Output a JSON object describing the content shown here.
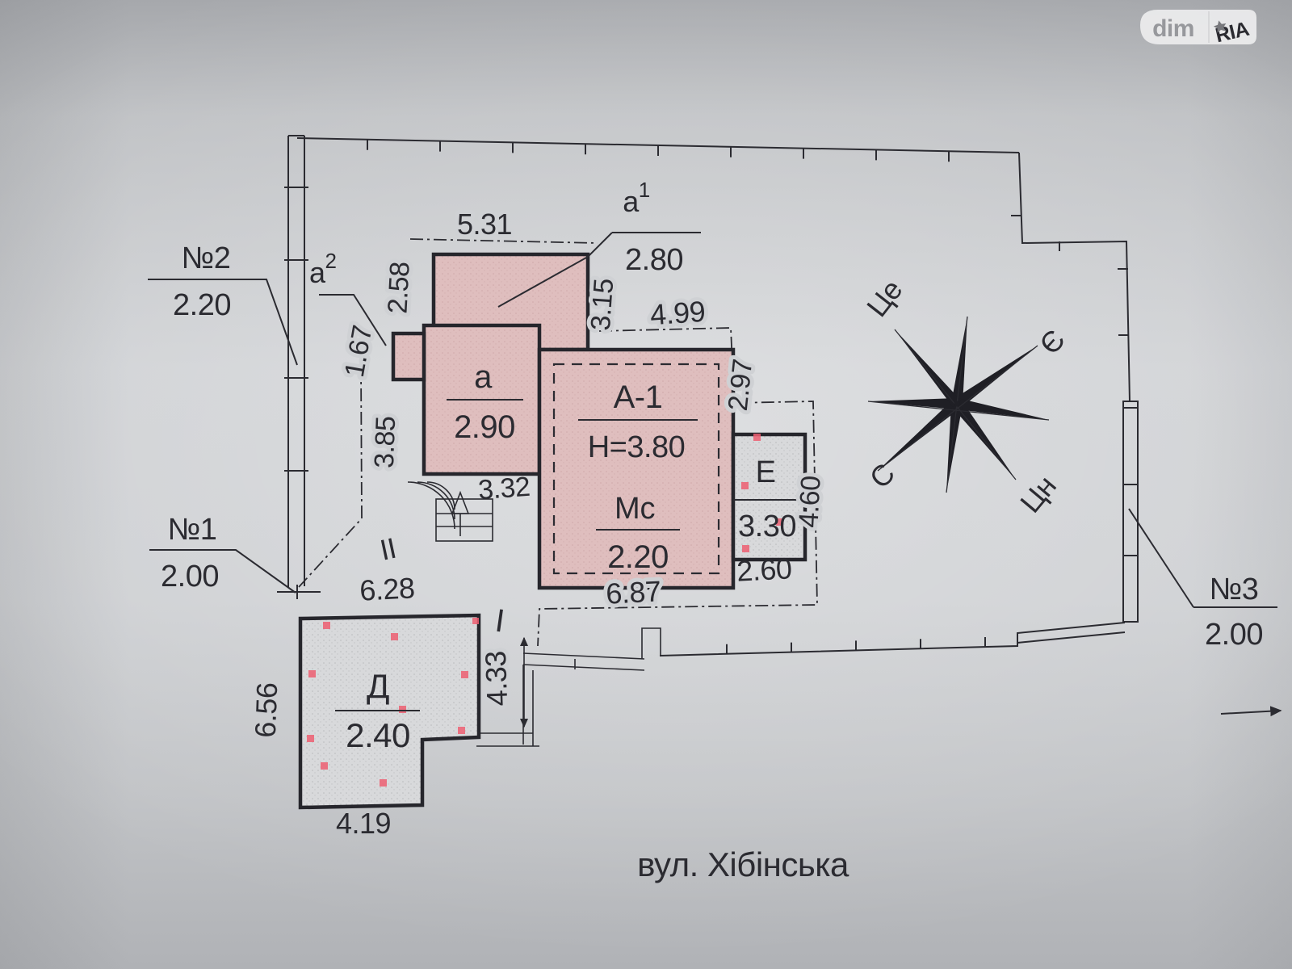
{
  "watermark": {
    "brand_left": "dim",
    "brand_right": "RIA"
  },
  "street_label": "вул. Хібінська",
  "fence_marks": {
    "no1": {
      "name": "№1",
      "length": "2.00"
    },
    "no2": {
      "name": "№2",
      "length": "2.20"
    },
    "no3": {
      "name": "№3",
      "length": "2.00"
    }
  },
  "buildings": {
    "main": {
      "label": "А-1",
      "height": "Н=3.80",
      "mezzanine_label": "Мс",
      "mezzanine_value": "2.20"
    },
    "annex_a": {
      "label": "а",
      "value": "2.90"
    },
    "annex_a1": {
      "base": "а",
      "sup": "1",
      "value": "2.80"
    },
    "annex_a2": {
      "base": "а",
      "sup": "2"
    },
    "shed_e": {
      "label": "Е",
      "value": "3.30"
    },
    "shed_d": {
      "label": "Д",
      "value": "2.40"
    }
  },
  "dimensions": {
    "a1_top": "5.31",
    "a1_left": "2.58",
    "a1_right": "3.15",
    "main_top": "4.99",
    "main_right": "2.97",
    "main_bottom": "6.87",
    "e_right": "4.60",
    "e_bottom": "2.60",
    "a_left": "3.85",
    "porch_left": "1.67",
    "steps_width": "3.32",
    "d_top": "6.28",
    "d_left": "6.56",
    "d_bottom": "4.19",
    "d_right": "4.33"
  },
  "boundary_markers": {
    "roman_one": "І",
    "roman_two": "ІІ"
  },
  "compass": {
    "nw": "Це",
    "ne": "Є",
    "se": "Цн",
    "sw": "С"
  },
  "colors": {
    "building_pink": "#dfbebe",
    "outbuilding_gray": "#d8d9db",
    "marker_red": "#ee5f72",
    "ink": "#2b2b31",
    "paper": "#cdcfd2"
  }
}
